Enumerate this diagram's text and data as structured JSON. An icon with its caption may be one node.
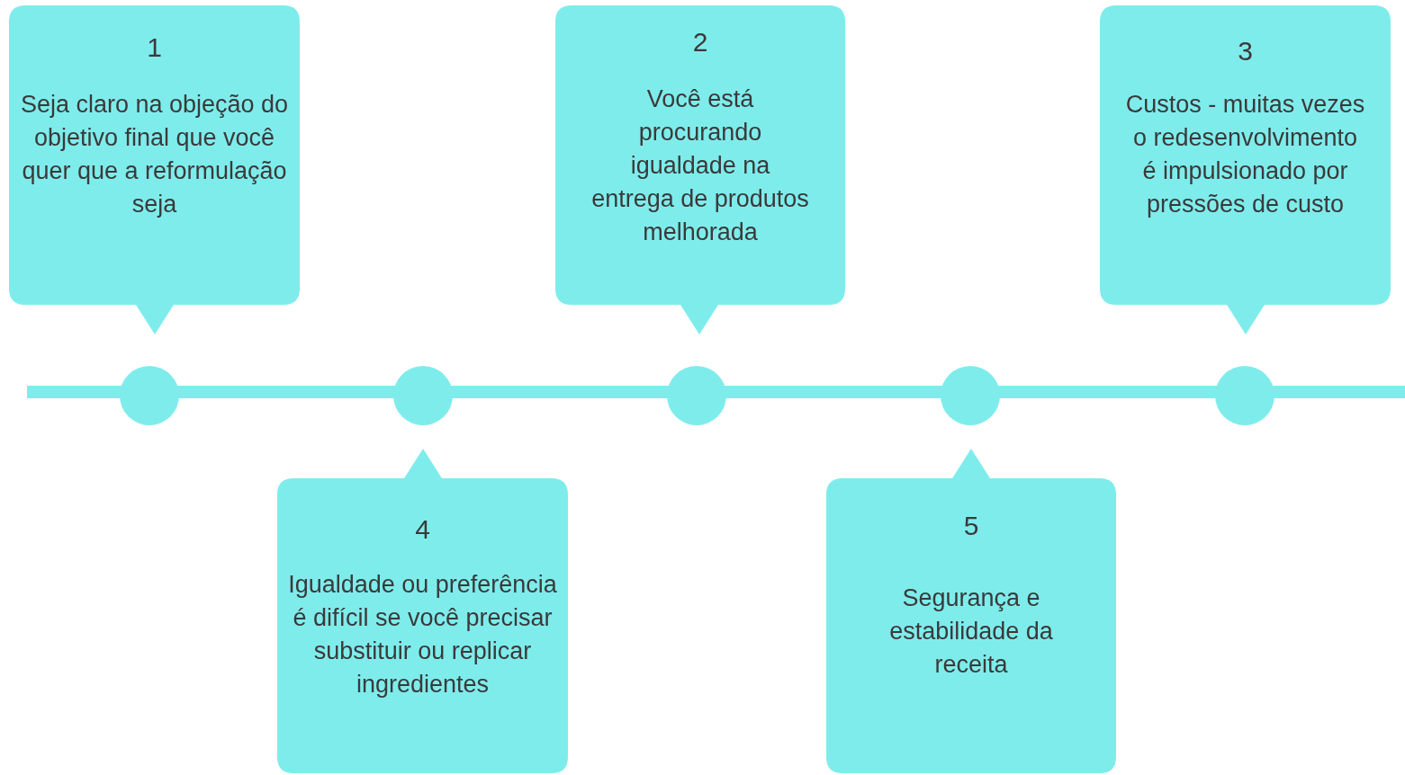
{
  "diagram": {
    "nodes": [
      {
        "text": [
          "1",
          "Seja claro na objeção do objetivo final que você quer que a reformulação seja"
        ]
      },
      {
        "text": [
          "2",
          "Você está procurando igualdade na entrega de produtos melhorada"
        ]
      },
      {
        "text": [
          "3",
          "Custos - muitas vezes o redesenvolvimento é impulsionado por pressões de custo"
        ]
      },
      {
        "text": [
          "4",
          "Igualdade ou preferência é difícil se você precisar substituir ou replicar ingredientes"
        ]
      },
      {
        "text": [
          "5",
          "Segurança e estabilidade da receita"
        ]
      }
    ],
    "edges": []
  }
}
